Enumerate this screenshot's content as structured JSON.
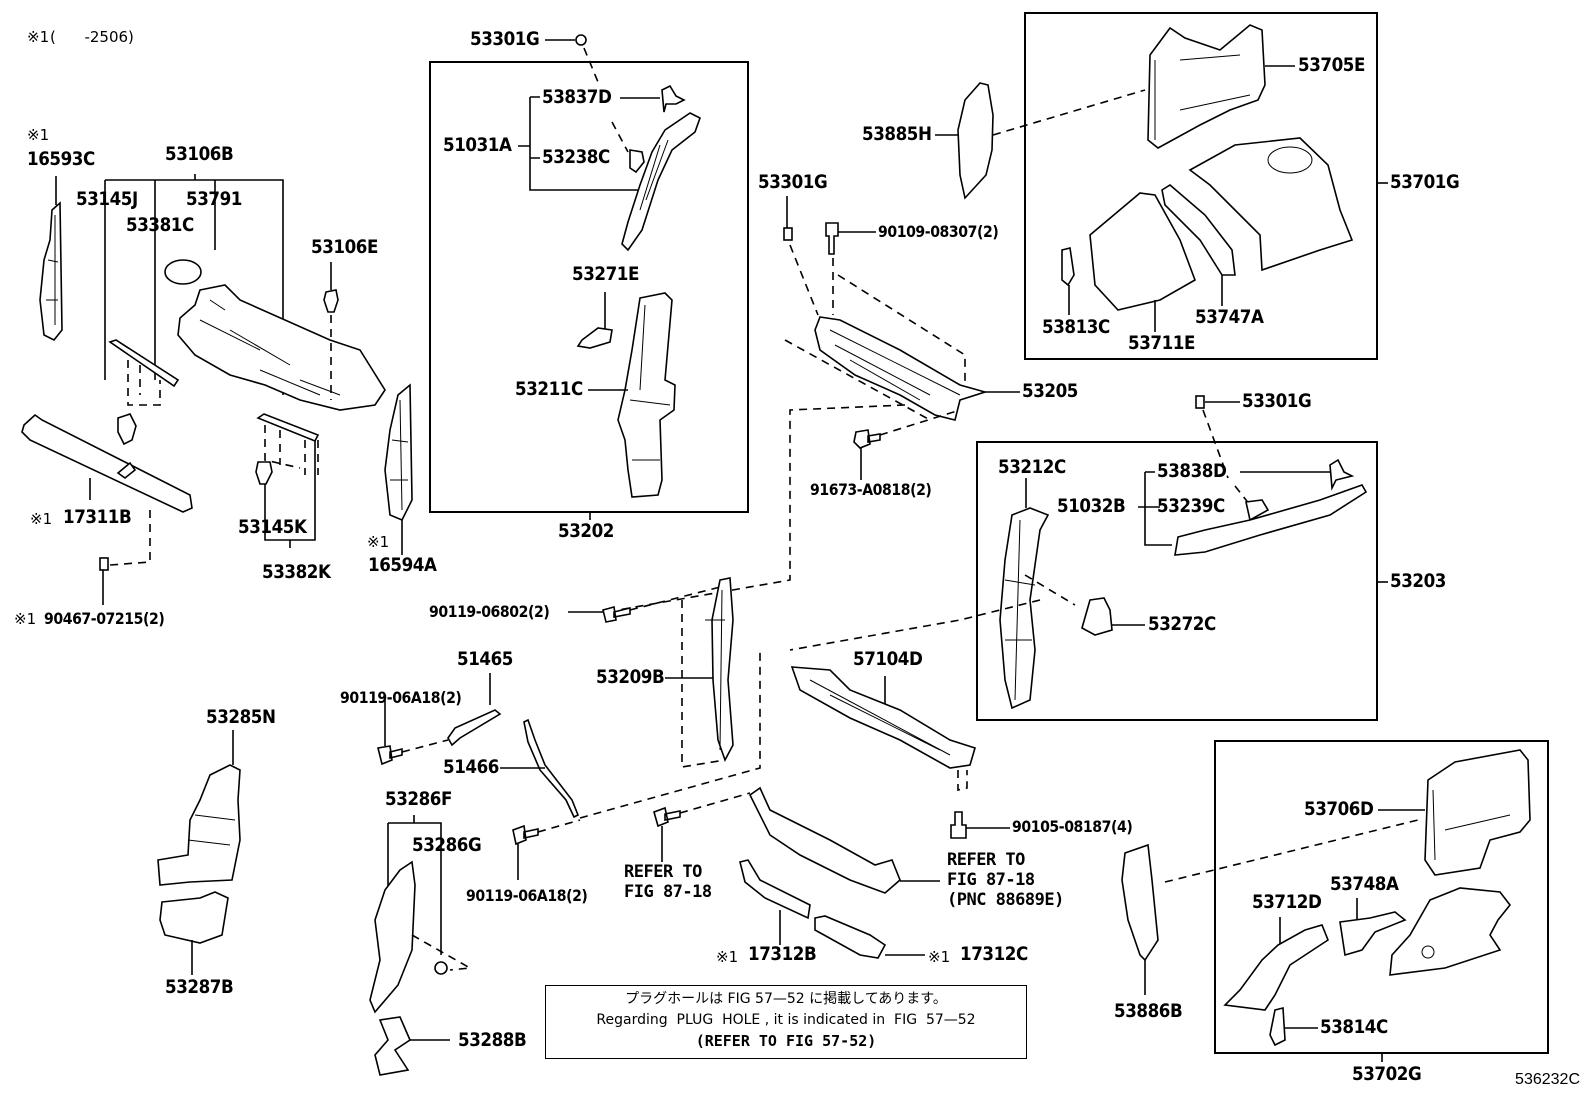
{
  "diagram": {
    "figure_id": "536232C",
    "header_note": {
      "marker": "※1",
      "text": "(      -2506)"
    },
    "remark_marker": "※1",
    "groups": [
      {
        "assembly": "53106B",
        "components": [
          "53145J",
          "53791",
          "53381C"
        ]
      },
      {
        "assembly": "53382K",
        "components": [
          "53145K"
        ]
      },
      {
        "assembly": "53202",
        "components": [
          "51031A",
          "53271E",
          "53211C"
        ]
      },
      {
        "assembly": "51031A",
        "components": [
          "53837D",
          "53238C"
        ]
      },
      {
        "assembly": "53701G",
        "components": [
          "53705E",
          "53813C",
          "53711E",
          "53747A"
        ]
      },
      {
        "assembly": "53203",
        "components": [
          "53212C",
          "51032B",
          "53272C"
        ]
      },
      {
        "assembly": "51032B",
        "components": [
          "53838D",
          "53239C"
        ]
      },
      {
        "assembly": "53286F",
        "components": [
          "53286G"
        ]
      },
      {
        "assembly": "53702G",
        "components": [
          "53706D",
          "53712D",
          "53748A",
          "53814C"
        ]
      }
    ],
    "labels": {
      "p16593C": "16593C",
      "p53106B": "53106B",
      "p53145J": "53145J",
      "p53791": "53791",
      "p53381C": "53381C",
      "p53106E": "53106E",
      "p17311B": "17311B",
      "p53145K": "53145K",
      "p53382K": "53382K",
      "p16594A": "16594A",
      "p90467": "90467-07215(2)",
      "p53301G_a": "53301G",
      "p53837D": "53837D",
      "p51031A": "51031A",
      "p53238C": "53238C",
      "p53271E": "53271E",
      "p53211C": "53211C",
      "p53202": "53202",
      "p53885H": "53885H",
      "p53301G_b": "53301G",
      "p90109": "90109-08307(2)",
      "p53205": "53205",
      "p91673": "91673-A0818(2)",
      "p53705E": "53705E",
      "p53701G": "53701G",
      "p53813C": "53813C",
      "p53711E": "53711E",
      "p53747A": "53747A",
      "p53301G_c": "53301G",
      "p53212C": "53212C",
      "p53838D": "53838D",
      "p51032B": "51032B",
      "p53239C": "53239C",
      "p53203": "53203",
      "p53272C": "53272C",
      "p90119_06802": "90119-06802(2)",
      "p53209B": "53209B",
      "p51465": "51465",
      "p90119_06A18_a": "90119-06A18(2)",
      "p51466": "51466",
      "p57104D": "57104D",
      "p90105": "90105-08187(4)",
      "p53285N": "53285N",
      "p53287B": "53287B",
      "p53286F": "53286F",
      "p53286G": "53286G",
      "p53288B": "53288B",
      "p90119_06A18_b": "90119-06A18(2)",
      "refer_a_1": "REFER TO",
      "refer_a_2": "FIG 87-18",
      "refer_b_1": "REFER TO",
      "refer_b_2": "FIG 87-18",
      "refer_b_3": "(PNC 88689E)",
      "p17312B": "17312B",
      "p17312C": "17312C",
      "p53886B": "53886B",
      "p53706D": "53706D",
      "p53748A": "53748A",
      "p53712D": "53712D",
      "p53814C": "53814C",
      "p53702G": "53702G"
    },
    "note": {
      "line_jp": "プラグホールは FIG 57—52 に掲載してあります。",
      "line_en": "Regarding  PLUG  HOLE , it is indicated in  FIG  57—52",
      "line_ref": "(REFER TO FIG 57-52)"
    }
  }
}
